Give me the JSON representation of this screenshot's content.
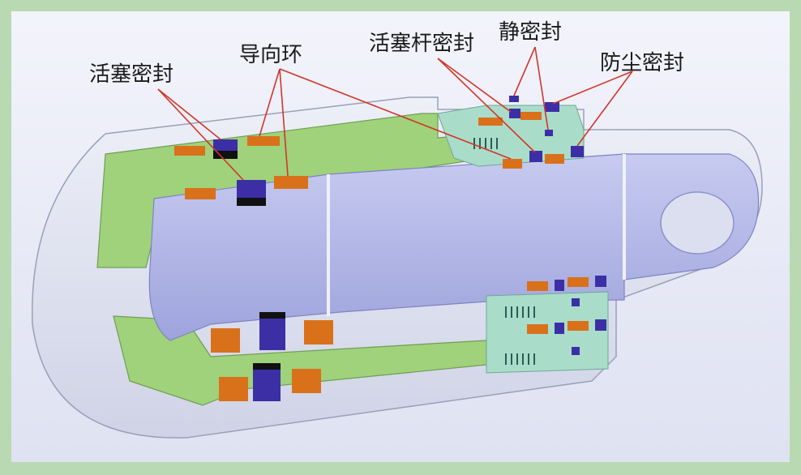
{
  "labels": {
    "piston_seal": "活塞密封",
    "guide_ring": "导向环",
    "rod_seal": "活塞杆密封",
    "static_seal": "静密封",
    "wiper_seal": "防尘密封"
  },
  "colors": {
    "frame": "#b9d9b3",
    "cylinder_body": "#dcdfec",
    "cylinder_section": "#9fd27a",
    "piston_rod": "#b3b7e6",
    "gland": "#a9ddc9",
    "guide_ring": "#d9711b",
    "seal": "#3c2fa6",
    "seal_black": "#111111",
    "leader_line": "#d0362a"
  }
}
